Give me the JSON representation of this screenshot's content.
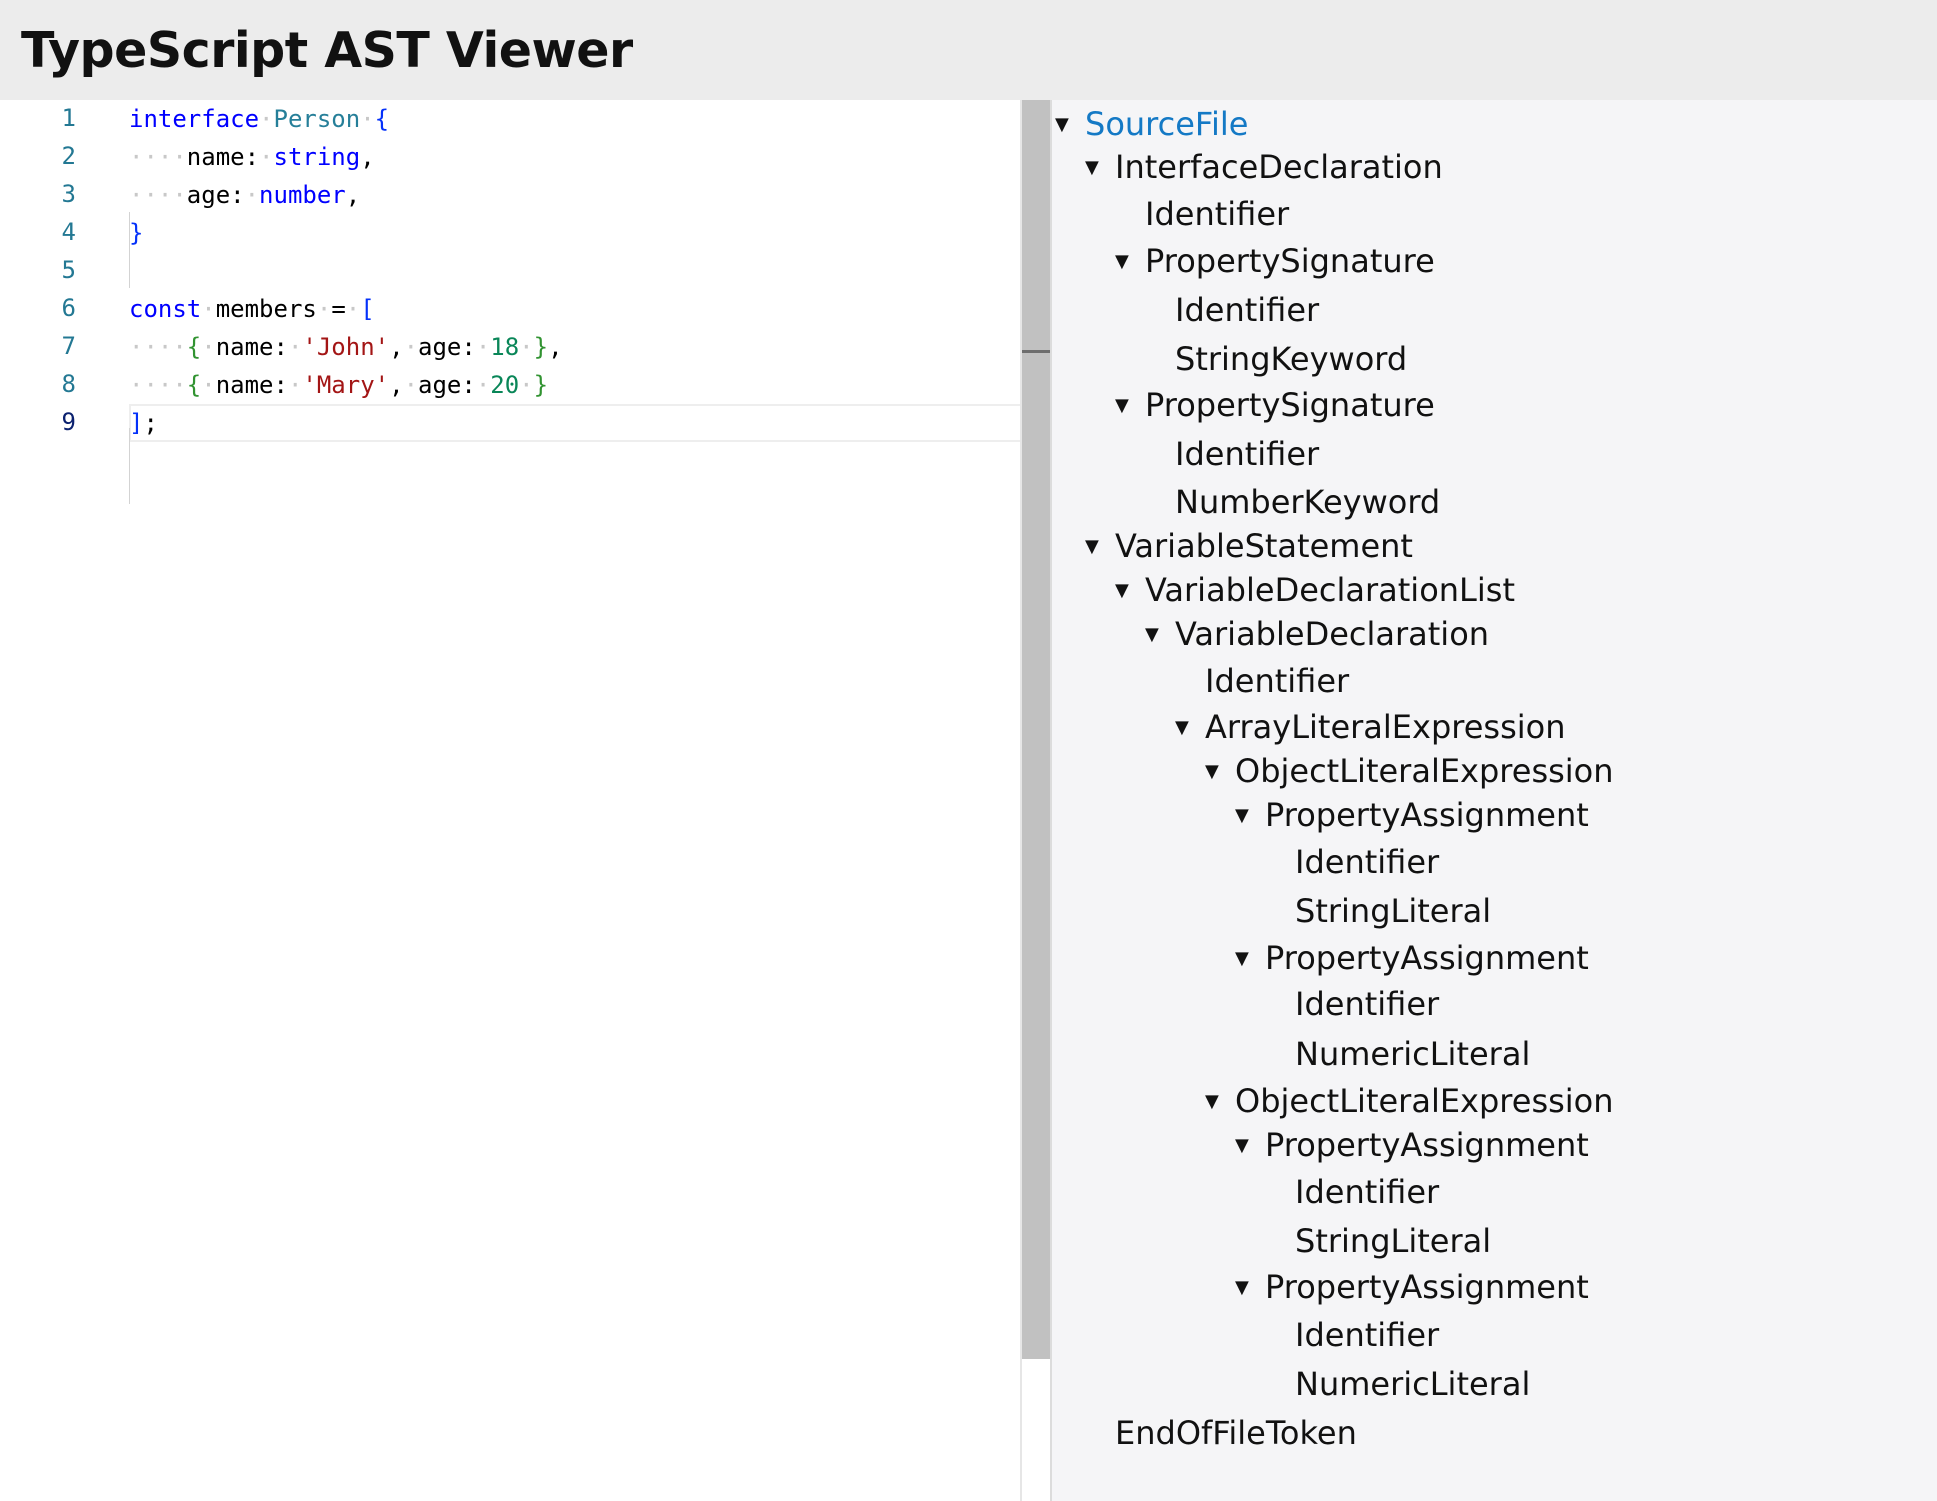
{
  "app": {
    "title": "TypeScript AST Viewer"
  },
  "editor": {
    "lines": [
      {
        "number": "1"
      },
      {
        "number": "2"
      },
      {
        "number": "3"
      },
      {
        "number": "4"
      },
      {
        "number": "5"
      },
      {
        "number": "6"
      },
      {
        "number": "7"
      },
      {
        "number": "8"
      },
      {
        "number": "9"
      }
    ],
    "tokens": {
      "l1_kw": "interface",
      "l1_type": "Person",
      "l1_brace": "{",
      "l2_prop": "name:",
      "l2_type": "string",
      "l2_comma": ",",
      "l3_prop": "age:",
      "l3_type": "number",
      "l3_comma": ",",
      "l4_brace": "}",
      "l6_kw": "const",
      "l6_name": "members",
      "l6_eq": "=",
      "l6_bracket": "[",
      "l7_open": "{",
      "l7_name": "name:",
      "l7_str": "'John'",
      "l7_c1": ",",
      "l7_age": "age:",
      "l7_num": "18",
      "l7_close": "}",
      "l7_c2": ",",
      "l8_open": "{",
      "l8_name": "name:",
      "l8_str": "'Mary'",
      "l8_c1": ",",
      "l8_age": "age:",
      "l8_num": "20",
      "l8_close": "}",
      "l9_bracket": "]",
      "l9_semi": ";"
    },
    "current_line": "9"
  },
  "ast_tree": {
    "nodes": [
      {
        "label": "SourceFile",
        "expanded": true,
        "selected": true
      },
      {
        "label": "InterfaceDeclaration",
        "expanded": true
      },
      {
        "label": "Identifier"
      },
      {
        "label": "PropertySignature",
        "expanded": true
      },
      {
        "label": "Identifier"
      },
      {
        "label": "StringKeyword"
      },
      {
        "label": "PropertySignature",
        "expanded": true
      },
      {
        "label": "Identifier"
      },
      {
        "label": "NumberKeyword"
      },
      {
        "label": "VariableStatement",
        "expanded": true
      },
      {
        "label": "VariableDeclarationList",
        "expanded": true
      },
      {
        "label": "VariableDeclaration",
        "expanded": true
      },
      {
        "label": "Identifier"
      },
      {
        "label": "ArrayLiteralExpression",
        "expanded": true
      },
      {
        "label": "ObjectLiteralExpression",
        "expanded": true
      },
      {
        "label": "PropertyAssignment",
        "expanded": true
      },
      {
        "label": "Identifier"
      },
      {
        "label": "StringLiteral"
      },
      {
        "label": "PropertyAssignment",
        "expanded": true
      },
      {
        "label": "Identifier"
      },
      {
        "label": "NumericLiteral"
      },
      {
        "label": "ObjectLiteralExpression",
        "expanded": true
      },
      {
        "label": "PropertyAssignment",
        "expanded": true
      },
      {
        "label": "Identifier"
      },
      {
        "label": "StringLiteral"
      },
      {
        "label": "PropertyAssignment",
        "expanded": true
      },
      {
        "label": "Identifier"
      },
      {
        "label": "NumericLiteral"
      },
      {
        "label": "EndOfFileToken"
      }
    ],
    "expand_icon": "triangle-down-icon"
  },
  "colors": {
    "keyword": "#0000ff",
    "type": "#267f99",
    "string": "#a31515",
    "number": "#098658",
    "line_number": "#237893",
    "selected_node": "#1479c5",
    "header_bg": "#ececec",
    "tree_bg": "#f5f5f7"
  }
}
